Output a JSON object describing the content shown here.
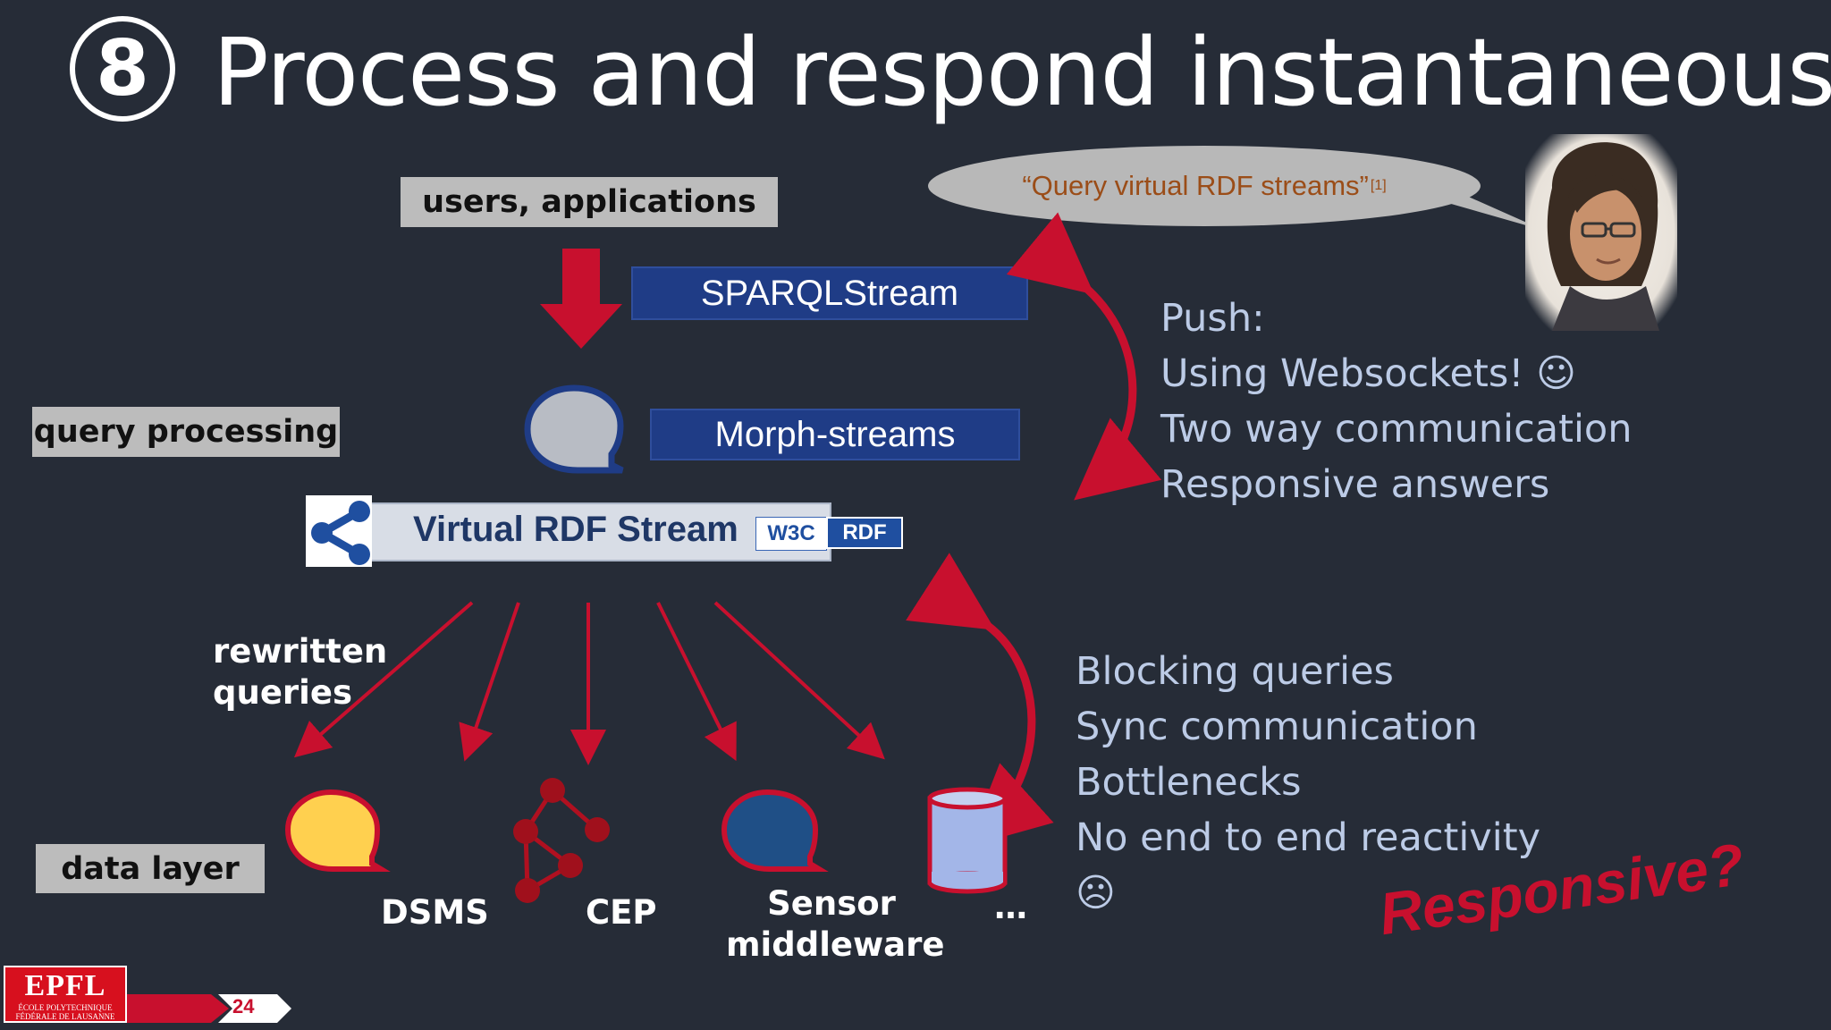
{
  "slide": {
    "number_circle": "8",
    "title": "Process and respond instantaneously",
    "page_number": "24"
  },
  "top_label": "users, applications",
  "boxes": {
    "sparqlstream": "SPARQLStream",
    "morph": "Morph-streams",
    "virtual_rdf": "Virtual RDF Stream",
    "w3c_logo": "W3C",
    "rdf_logo": "RDF"
  },
  "layer_labels": {
    "query_processing": "query processing",
    "data_layer": "data layer"
  },
  "rewritten": [
    "rewritten",
    "queries"
  ],
  "bubble": {
    "quote": "“Query virtual RDF streams”",
    "ref": "[1]"
  },
  "push_list": [
    "Push:",
    "Using Websockets! ☺",
    "Two way communication",
    "Responsive answers"
  ],
  "block_list": [
    "Blocking queries",
    "Sync communication",
    "Bottlenecks",
    "No end to end reactivity",
    "☹"
  ],
  "data_sources": {
    "dsms": "DSMS",
    "cep": "CEP",
    "sensor_line1": "Sensor",
    "sensor_line2": "middleware",
    "more": "…"
  },
  "responsive": "Responsive?",
  "epfl": {
    "main": "EPFL",
    "sub1": "ÉCOLE POLYTECHNIQUE",
    "sub2": "FÉDÉRALE DE LAUSANNE"
  },
  "colors": {
    "background": "#262c37",
    "arrow_red": "#c8102e",
    "box_blue": "#1f3c86",
    "label_gray": "#bcbcbc",
    "text_blue_gray": "#bccbe6"
  }
}
